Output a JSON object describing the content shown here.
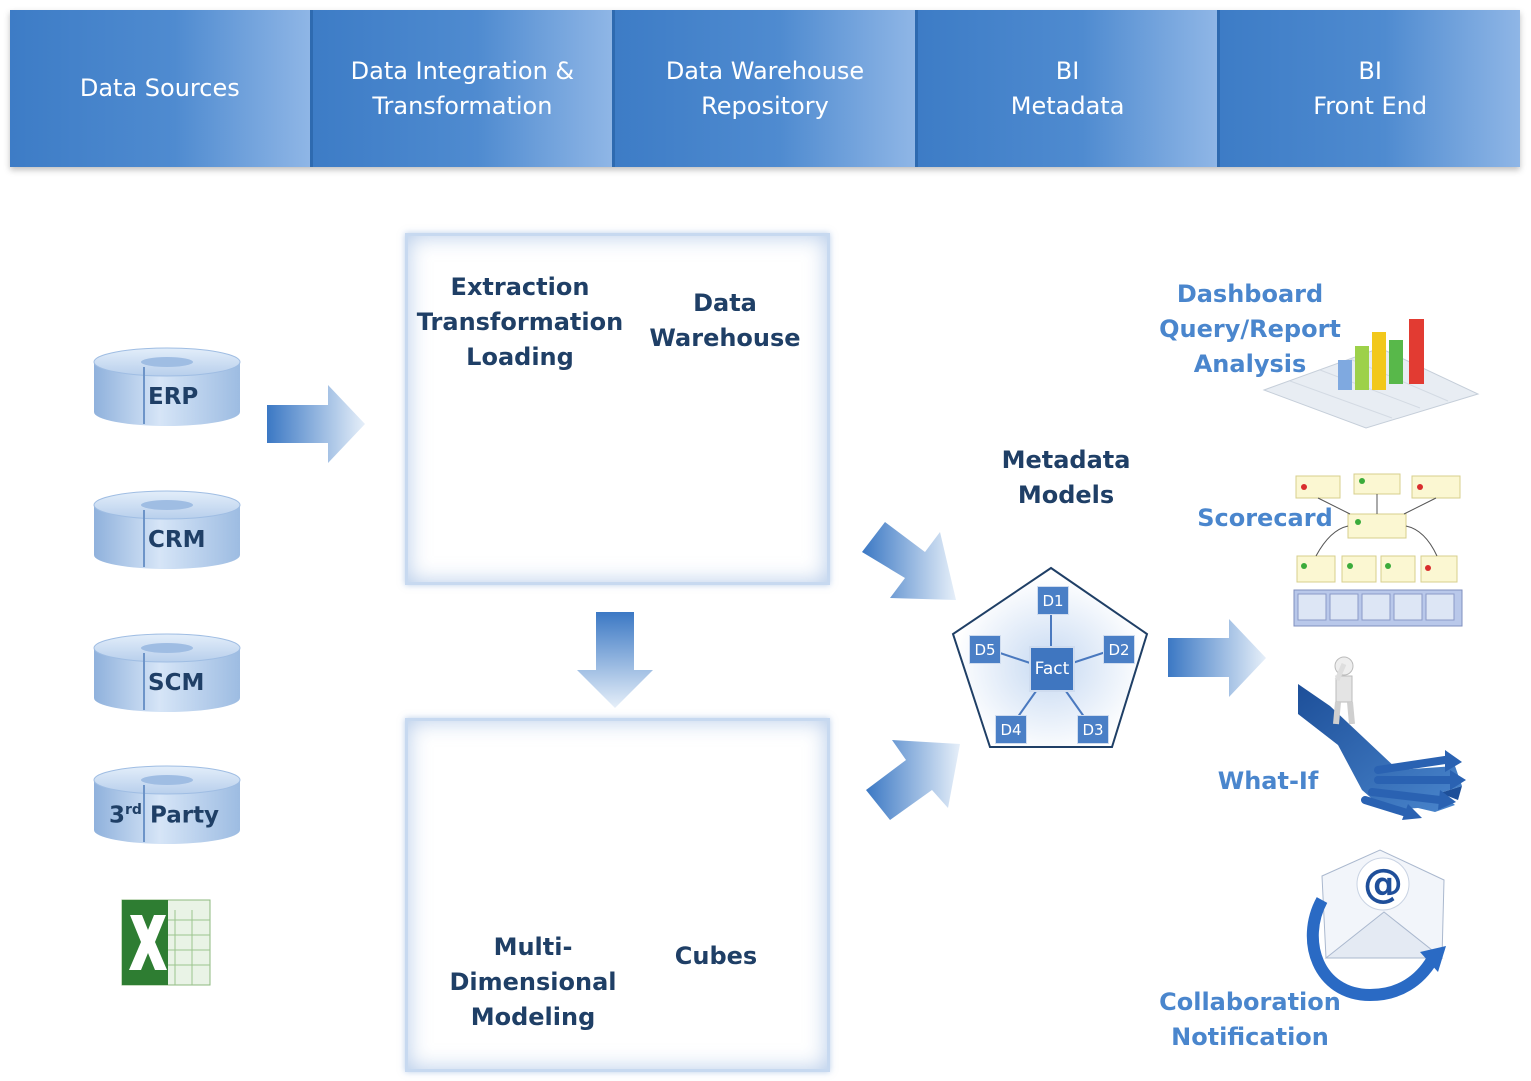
{
  "header": {
    "columns": [
      {
        "label": "Data Sources"
      },
      {
        "label": "Data Integration &\nTransformation"
      },
      {
        "label": "Data Warehouse\nRepository"
      },
      {
        "label": "BI\nMetadata"
      },
      {
        "label": "BI\nFront End"
      }
    ]
  },
  "sources": {
    "erp": "ERP",
    "crm": "CRM",
    "scm": "SCM",
    "third_party_num": "3",
    "third_party_sup": "rd",
    "third_party_rest": " Party"
  },
  "integration": {
    "etl": "Extraction\nTransformation\nLoading",
    "dw": "Data\nWarehouse",
    "mdm": "Multi-\nDimensional\nModeling",
    "cubes": "Cubes"
  },
  "metadata": {
    "title": "Metadata\nModels",
    "fact": "Fact",
    "dims": [
      "D1",
      "D2",
      "D3",
      "D4",
      "D5"
    ]
  },
  "frontend": {
    "dashboard": "Dashboard\nQuery/Report\nAnalysis",
    "scorecard": "Scorecard",
    "whatif": "What-If",
    "collab": "Collaboration\nNotification"
  },
  "colors": {
    "header_blue": "#3d7cc6",
    "dark_label": "#1f3f66",
    "light_label": "#4a86cd",
    "cylinder": "#b9d1ee"
  }
}
